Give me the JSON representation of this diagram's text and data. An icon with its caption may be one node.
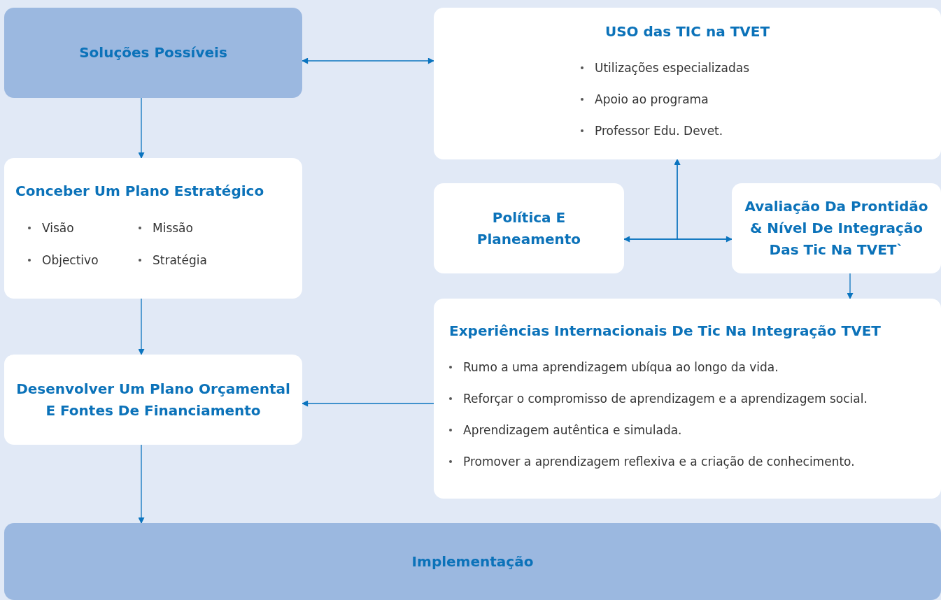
{
  "diagram": {
    "nodes": [
      {
        "text": [
          "Soluções Possíveis"
        ]
      },
      {
        "text": [
          "USO das TIC na TVET",
          "Utilizações especializadas",
          "Apoio ao programa",
          "Professor Edu. Devet."
        ]
      },
      {
        "text": [
          "Conceber Um Plano Estratégico",
          "Visão",
          "Missão",
          "Objectivo",
          "Stratégia"
        ]
      },
      {
        "text": [
          "Política E Planeamento"
        ]
      },
      {
        "text": [
          "Avaliação Da Prontidão & Nível De Integração Das Tic Na TVET`"
        ]
      },
      {
        "text": [
          "Experiências Internacionais De Tic Na Integração TVET",
          "Rumo a uma aprendizagem ubíqua ao longo da vida.",
          "Reforçar o compromisso de aprendizagem e a aprendizagem social.",
          "Aprendizagem autêntica e simulada.",
          "Promover a aprendizagem reflexiva e a criação de conhecimento."
        ]
      },
      {
        "text": [
          "Desenvolver Um Plano Orçamental E Fontes De Financiamento"
        ]
      },
      {
        "text": [
          "Implementação"
        ]
      }
    ],
    "edges": [
      {
        "from": 0,
        "to": 1,
        "arrow": "both"
      },
      {
        "from": 0,
        "to": 2,
        "arrow": "to"
      },
      {
        "from": 3,
        "to": 4,
        "arrow": "both"
      },
      {
        "from": 3,
        "to": 1,
        "arrow": "to"
      },
      {
        "from": 4,
        "to": 1,
        "arrow": "to"
      },
      {
        "from": 4,
        "to": 5,
        "arrow": "to"
      },
      {
        "from": 5,
        "to": 6,
        "arrow": "to"
      },
      {
        "from": 2,
        "to": 6,
        "arrow": "to"
      },
      {
        "from": 6,
        "to": 7,
        "arrow": "to"
      }
    ]
  }
}
